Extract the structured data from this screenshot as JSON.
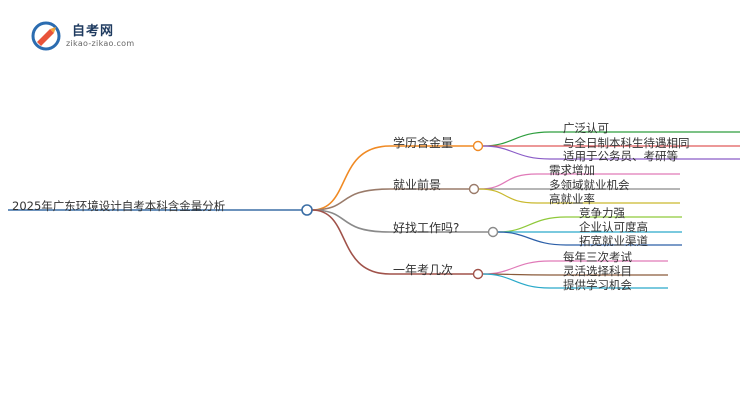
{
  "logo": {
    "title": "自考网",
    "subtitle": "zikao-zikao.com"
  },
  "mindmap": {
    "root": "2025年广东环境设计自考本科含金量分析",
    "branches": [
      {
        "label": "学历含金量",
        "color": "#f08a24",
        "children": [
          {
            "label": "广泛认可",
            "color": "#2e9e3e"
          },
          {
            "label": "与全日制本科生待遇相同",
            "color": "#e05a5a"
          },
          {
            "label": "适用于公务员、考研等",
            "color": "#8a5cc7"
          }
        ]
      },
      {
        "label": "就业前景",
        "color": "#9a7b6a",
        "children": [
          {
            "label": "需求增加",
            "color": "#e07ab8"
          },
          {
            "label": "多领域就业机会",
            "color": "#8a8a8a"
          },
          {
            "label": "高就业率",
            "color": "#c9b92e"
          }
        ]
      },
      {
        "label": "好找工作吗?",
        "color": "#8a8a8a",
        "children": [
          {
            "label": "竞争力强",
            "color": "#8fc93a"
          },
          {
            "label": "企业认可度高",
            "color": "#2aa9c9"
          },
          {
            "label": "拓宽就业渠道",
            "color": "#2c5fa8"
          }
        ]
      },
      {
        "label": "一年考几次",
        "color": "#a0524a",
        "children": [
          {
            "label": "每年三次考试",
            "color": "#e07ab8"
          },
          {
            "label": "灵活选择科目",
            "color": "#8a5a3a"
          },
          {
            "label": "提供学习机会",
            "color": "#2aa9c9"
          }
        ]
      }
    ]
  }
}
